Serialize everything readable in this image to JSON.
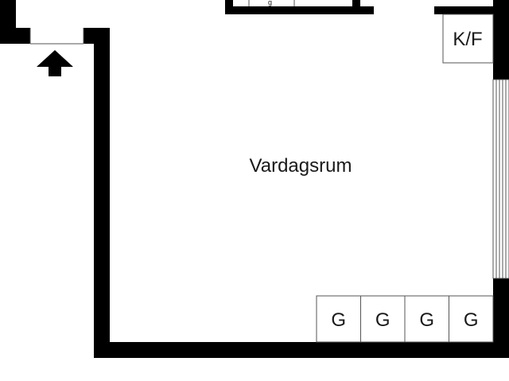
{
  "room": {
    "name": "Vardagsrum"
  },
  "fixtures": {
    "fridge_freezer": "K/F",
    "wardrobes": [
      "G",
      "G",
      "G",
      "G"
    ],
    "cut_off_mark": "g"
  },
  "icons": {
    "entrance": "entrance-arrow-icon"
  },
  "colors": {
    "wall": "#000000",
    "background": "#ffffff",
    "fixture_outline": "#555555"
  }
}
